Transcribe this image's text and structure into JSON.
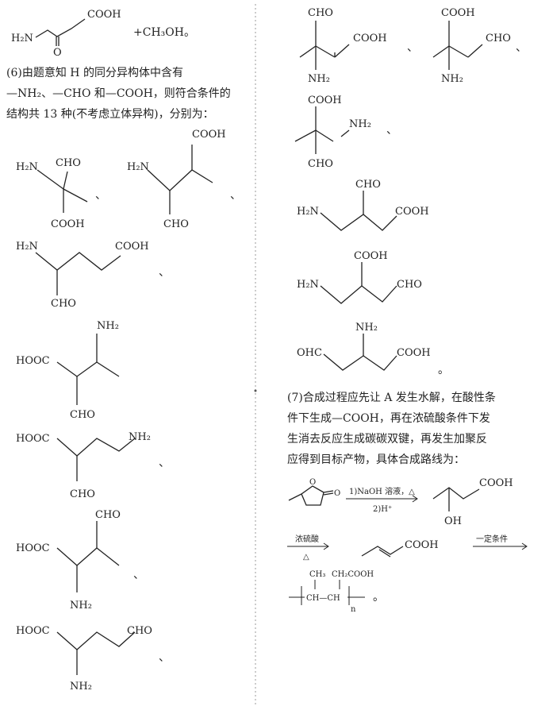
{
  "top": {
    "cooh": "COOH",
    "h2n": "H₂N",
    "o": "O",
    "plus_methanol": "+CH₃OH。"
  },
  "section6": {
    "line1": "(6)由题意知 H 的同分异构体中含有",
    "line2": "—NH₂、—CHO 和—COOH，则符合条件的",
    "line3": "结构共 13 种(不考虑立体异构)，分别为："
  },
  "labels": {
    "cooh": "COOH",
    "cho": "CHO",
    "nh2": "NH₂",
    "h2n": "H₂N",
    "hooc": "HOOC",
    "ohc": "OHC",
    "sep": "、",
    "end": "。"
  },
  "section7": {
    "line1": "(7)合成过程应先让 A 发生水解，在酸性条",
    "line2": "件下生成—COOH，再在浓硫酸条件下发",
    "line3": "生消去反应生成碳碳双键，再发生加聚反",
    "line4": "应得到目标产物，具体合成路线为："
  },
  "route": {
    "step1_top": "1)NaOH 溶液，△",
    "step1_bottom": "2)H⁺",
    "oh": "OH",
    "cooh": "COOH",
    "ring_o": "O",
    "ring_exo_o": "O",
    "step2_top": "浓硫酸",
    "step2_bottom": "△",
    "step3_top": "一定条件",
    "polymer_ch3": "CH₃",
    "polymer_ch2cooh": "CH₂COOH",
    "polymer_chain": "CH—CH",
    "polymer_n": "n",
    "end": "。"
  }
}
